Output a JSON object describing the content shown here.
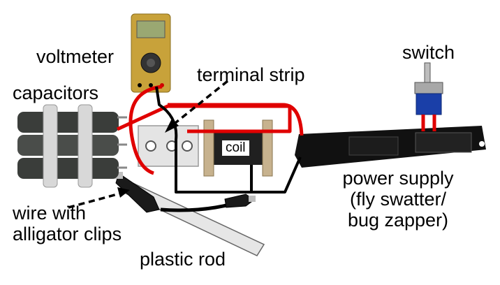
{
  "labels": {
    "voltmeter": "voltmeter",
    "terminal_strip": "terminal strip",
    "capacitors": "capacitors",
    "switch": "switch",
    "coil": "coil",
    "power_supply": [
      "power supply",
      "(fly swatter/",
      "bug zapper)"
    ],
    "wire": [
      "wire with",
      "alligator clips"
    ],
    "plastic_rod": "plastic rod"
  },
  "colors": {
    "red_wire": "#e00000",
    "black_wire": "#000000",
    "multimeter_body": "#c8a23a",
    "multimeter_display": "#9aa872",
    "capacitor": "#3a3d3a",
    "capacitor_band": "#d8d8d8",
    "terminal_strip": "#e4e4e4",
    "coil_flange": "#c7b28e",
    "coil_body": "#202020",
    "power_supply": "#111111",
    "rod": "#e6e6e6"
  }
}
